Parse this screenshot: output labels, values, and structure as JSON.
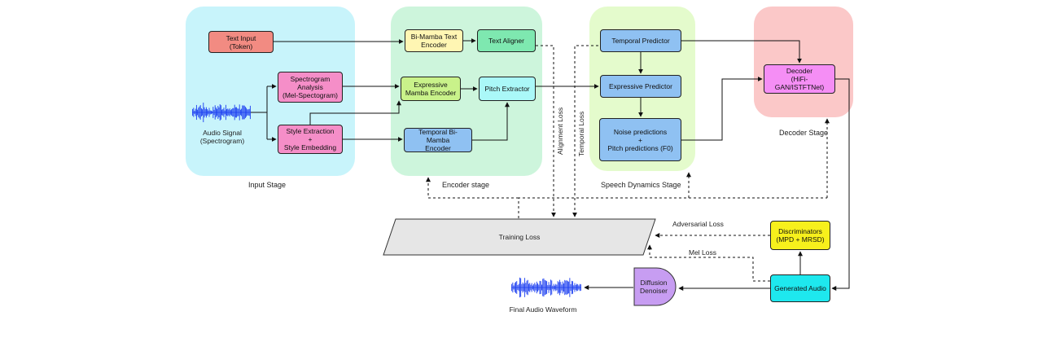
{
  "stages": {
    "input": "Input Stage",
    "encoder": "Encoder stage",
    "speech": "Speech Dynamics Stage",
    "decoder": "Decoder Stage"
  },
  "nodes": {
    "text_input": "Text Input\n(Token)",
    "spectrogram_analysis": "Spectrogram\nAnalysis\n(Mel-Spectogram)",
    "style_extraction": "Style Extraction\n+\nStyle Embedding",
    "audio_signal": "Audio Signal\n(Spectrogram)",
    "bimamba_text_encoder": "Bi-Mamba Text\nEncoder",
    "text_aligner": "Text Aligner",
    "expressive_mamba_encoder": "Expressive\nMamba Encoder",
    "pitch_extractor": "Pitch Extractor",
    "temporal_bimamba_encoder": "Temporal Bi-Mamba\nEncoder",
    "temporal_predictor": "Temporal Predictor",
    "expressive_predictor": "Expressive Predictor",
    "noise_pitch_predictions": "Noise predictions\n+\nPitch predictions (F0)",
    "decoder": "Decoder\n(HiFi-GAN/ISTFTNet)",
    "training_loss": "Training Loss",
    "discriminators": "Discriminators\n(MPD + MRSD)",
    "generated_audio": "Generated Audio",
    "diffusion_denoiser": "Diffusion\nDenoiser",
    "final_audio_waveform": "Final Audio Waveform"
  },
  "edge_labels": {
    "alignment_loss": "Alignment Loss",
    "temporal_loss": "Temporal Loss",
    "adversarial_loss": "Adversarial Loss",
    "mel_loss": "Mel Loss"
  },
  "colors": {
    "input_stage": "#c8f4fb",
    "encoder_stage": "#cdf5dc",
    "speech_stage": "#e4fbcc",
    "decoder_stage": "#fbc8c8",
    "text_input": "#f28b82",
    "pink": "#f58ec8",
    "yellow_light": "#fff6b3",
    "green_mint": "#7ee8b0",
    "lime": "#c9f28a",
    "cyan_light": "#aaf8f8",
    "blue": "#8fc1f2",
    "magenta": "#f58ef5",
    "discriminator_yellow": "#f7f01c",
    "generated_cyan": "#1ee8ee",
    "denoiser_purple": "#c79df2",
    "waveform_blue": "#1a3df0",
    "training_loss_gray": "#e6e6e6"
  }
}
